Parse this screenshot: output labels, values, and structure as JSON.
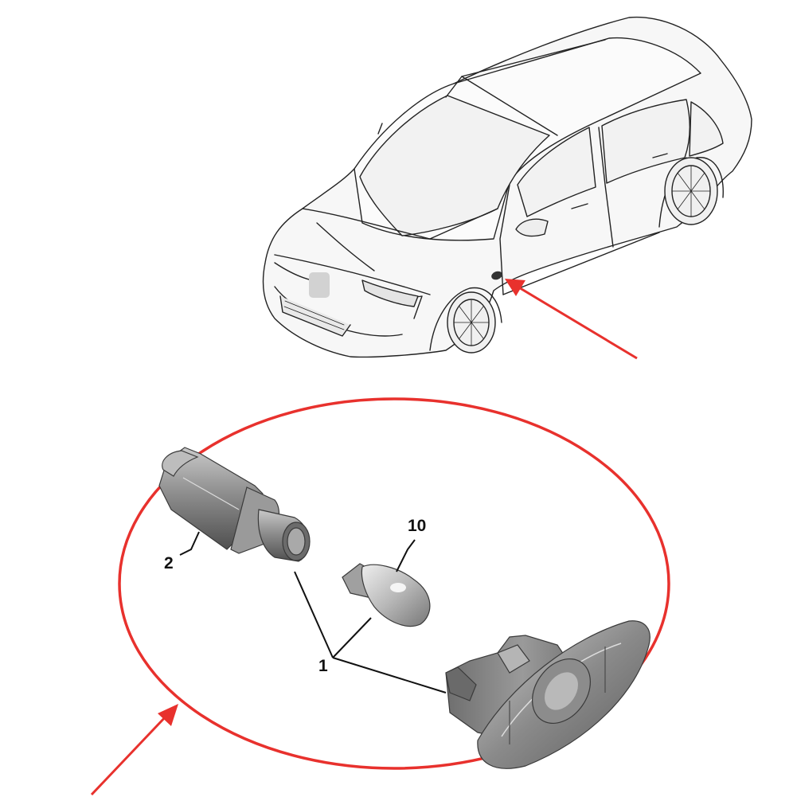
{
  "diagram": {
    "callouts": {
      "part_1": "1",
      "part_2": "2",
      "part_10": "10"
    },
    "colors": {
      "highlight": "#e8312d",
      "line_art": "#222222",
      "body_shade": "#f4f4f4",
      "part_grey": "#7d7d7d"
    },
    "icons": {
      "vehicle": "sedan-car",
      "arrow": "red-pointer-arrow",
      "bulb": "wedge-bulb",
      "holder": "bulb-holder",
      "lamp": "side-repeater-lamp"
    }
  }
}
